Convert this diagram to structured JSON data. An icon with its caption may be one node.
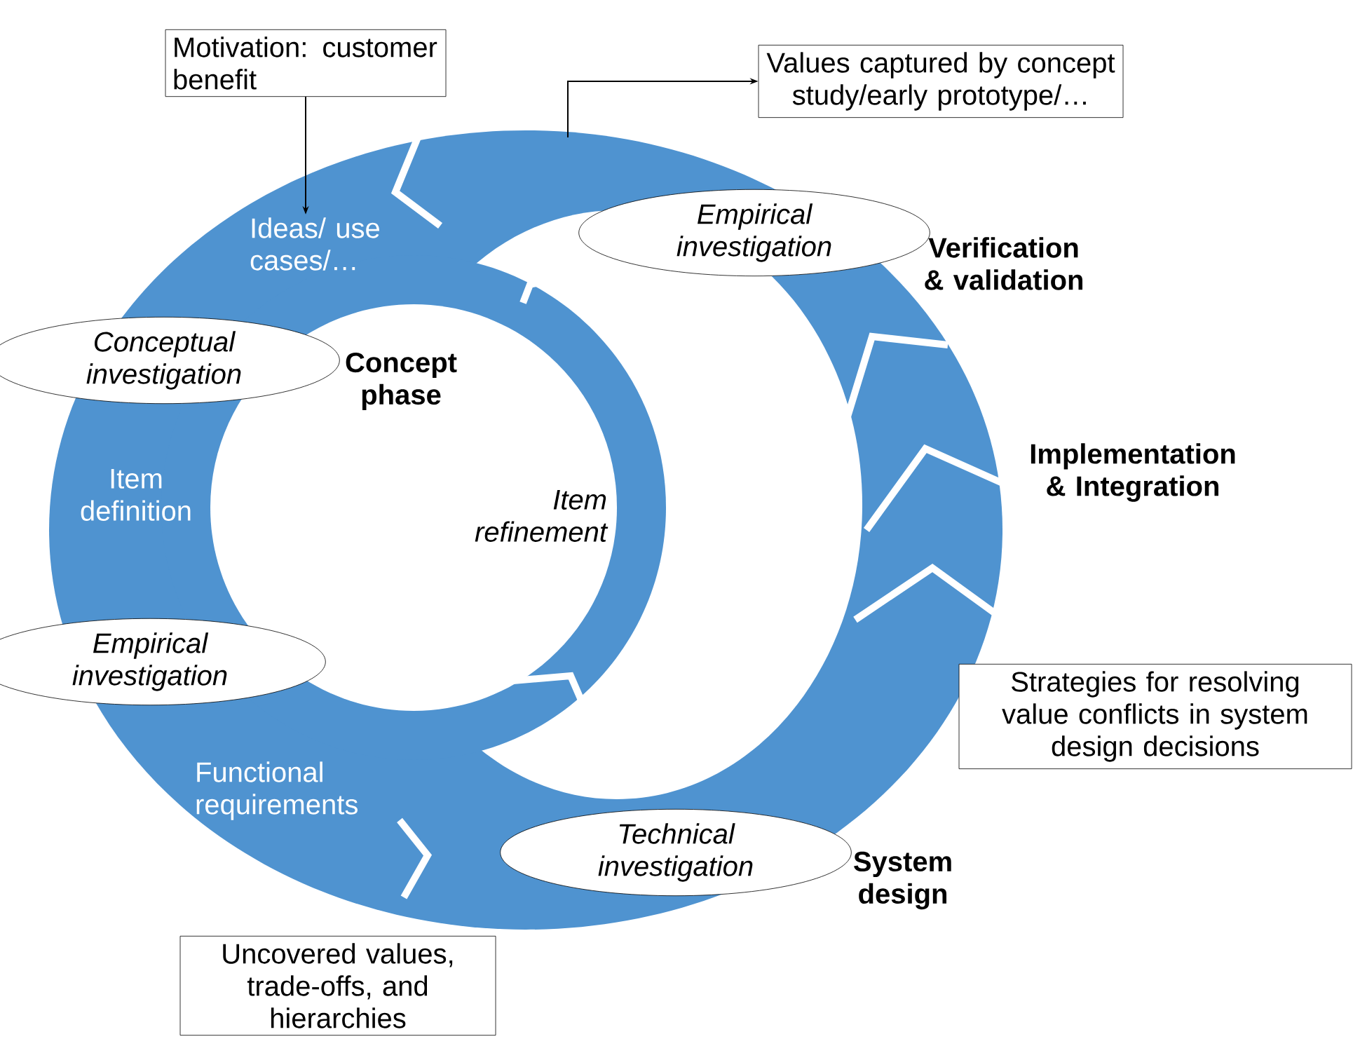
{
  "diagram": {
    "nodes": [
      {
        "text": [
          "Motivation: customer benefit"
        ]
      },
      {
        "text": [
          "Values captured by concept study/early prototype/…"
        ]
      },
      {
        "text": [
          "Ideas/ use cases/…"
        ]
      },
      {
        "text": [
          "Empirical investigation"
        ]
      },
      {
        "text": [
          "Conceptual investigation"
        ]
      },
      {
        "text": [
          "Empirical investigation"
        ]
      },
      {
        "text": [
          "Strategies for resolving value conflicts in system design decisions"
        ]
      },
      {
        "text": [
          "Technical investigation"
        ]
      },
      {
        "text": [
          "Uncovered values, trade-offs, and hierarchies"
        ]
      }
    ],
    "edges": [
      {
        "from": 0,
        "to": 2,
        "arrow": "to"
      },
      {
        "from": null,
        "to": 1,
        "arrow": "to"
      }
    ],
    "labels": [
      "Verification & validation",
      "Implementation & Integration",
      "System design",
      "Concept phase",
      "Item refinement",
      "Item definition",
      "Functional requirements"
    ]
  }
}
